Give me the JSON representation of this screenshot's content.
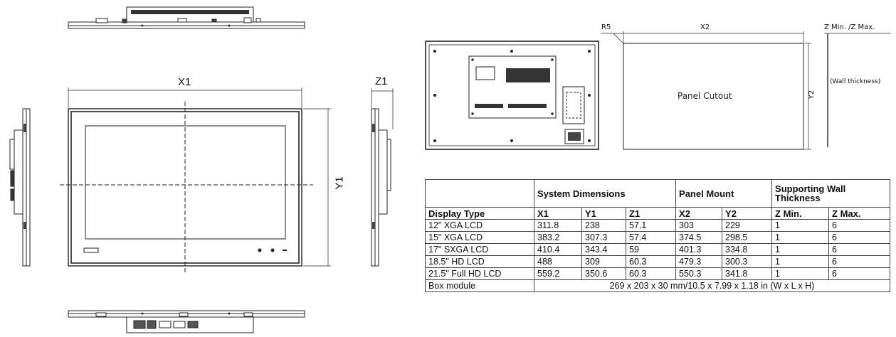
{
  "drawing": {
    "labels": {
      "x1": "X1",
      "y1": "Y1",
      "z1": "Z1",
      "r5": "R5",
      "x2": "X2",
      "y2": "Y2",
      "z_minmax": "Z Min. /Z Max.",
      "wall_thickness": "(Wall thickness)",
      "panel_cutout": "Panel Cutout"
    }
  },
  "table": {
    "group_headers": {
      "system_dimensions": "System Dimensions",
      "panel_mount": "Panel Mount",
      "supporting_wall": "Supporting Wall Thickness"
    },
    "columns": [
      "Display Type",
      "X1",
      "Y1",
      "Z1",
      "X2",
      "Y2",
      "Z Min.",
      "Z Max."
    ],
    "rows": [
      [
        "12\" XGA LCD",
        "311.8",
        "238",
        "57.1",
        "303",
        "229",
        "1",
        "6"
      ],
      [
        "15\" XGA LCD",
        "383.2",
        "307.3",
        "57.4",
        "374.5",
        "298.5",
        "1",
        "6"
      ],
      [
        "17\" SXGA LCD",
        "410.4",
        "343.4",
        "59",
        "401.3",
        "334.8",
        "1",
        "6"
      ],
      [
        "18.5\" HD LCD",
        "488",
        "309",
        "60.3",
        "479.3",
        "300.3",
        "1",
        "6"
      ],
      [
        "21.5\" Full HD LCD",
        "559.2",
        "350.6",
        "60.3",
        "550.3",
        "341.8",
        "1",
        "6"
      ]
    ],
    "box_module": {
      "label": "Box module",
      "value": "269 x 203 x 30 mm/10.5 x 7.99 x 1.18 in (W x L x H)"
    }
  }
}
